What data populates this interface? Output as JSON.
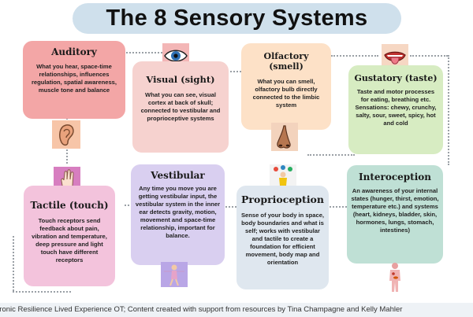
{
  "title": "The 8 Sensory Systems",
  "colors": {
    "auditory": "#f3a6a6",
    "visual": "#f6d2cf",
    "olfactory": "#fde1c7",
    "gustatory": "#d7ecc2",
    "tactile": "#f3c3dc",
    "vestibular": "#d9cff0",
    "proprioception": "#dfe7ef",
    "interoception": "#bfe0d5",
    "title_bg": "#cfe0ec"
  },
  "systems": {
    "auditory": {
      "name": "Auditory",
      "text": "What you hear, space-time relationships, influences regulation, spatial awareness, muscle tone and balance",
      "icon": "ear-icon"
    },
    "visual": {
      "name": "Visual (sight)",
      "text": "What you can see, visual cortex at back of skull; connected to vestibular and proprioceptive systems",
      "icon": "eye-icon"
    },
    "olfactory": {
      "name": "Olfactory (smell)",
      "text": "What you can smell, olfactory bulb directly connected to the limbic system",
      "icon": "nose-icon"
    },
    "gustatory": {
      "name": "Gustatory (taste)",
      "text": "Taste and motor processes for eating, breathing etc. Sensations: chewy, crunchy, salty, sour, sweet, spicy, hot and cold",
      "icon": "mouth-icon"
    },
    "tactile": {
      "name": "Tactile (touch)",
      "text": "Touch receptors send feedback about pain, vibration and temperature, deep pressure and light touch have different receptors",
      "icon": "hand-icon"
    },
    "vestibular": {
      "name": "Vestibular",
      "text": "Any time you move you are getting vestibular input, the vestibular system in the inner ear detects gravity, motion, movement and space-time relationship, important for balance.",
      "icon": "balancing-figure-icon"
    },
    "proprioception": {
      "name": "Proprioception",
      "text": "Sense of your body in space, body boundaries and what is self; works with vestibular and tactile to create a foundation for efficient movement, body map and orientation",
      "icon": "juggler-icon"
    },
    "interoception": {
      "name": "Interoception",
      "text": "An awareness of your internal states (hunger, thirst, emotion, temperature etc.) and systems (heart, kidneys, bladder, skin, hormones, lungs, stomach, intestines)",
      "icon": "body-organs-icon"
    }
  },
  "footer": "hronic Resilience Lived Experience OT; Content created with support from resources by Tina Champagne and Kelly Mahler"
}
